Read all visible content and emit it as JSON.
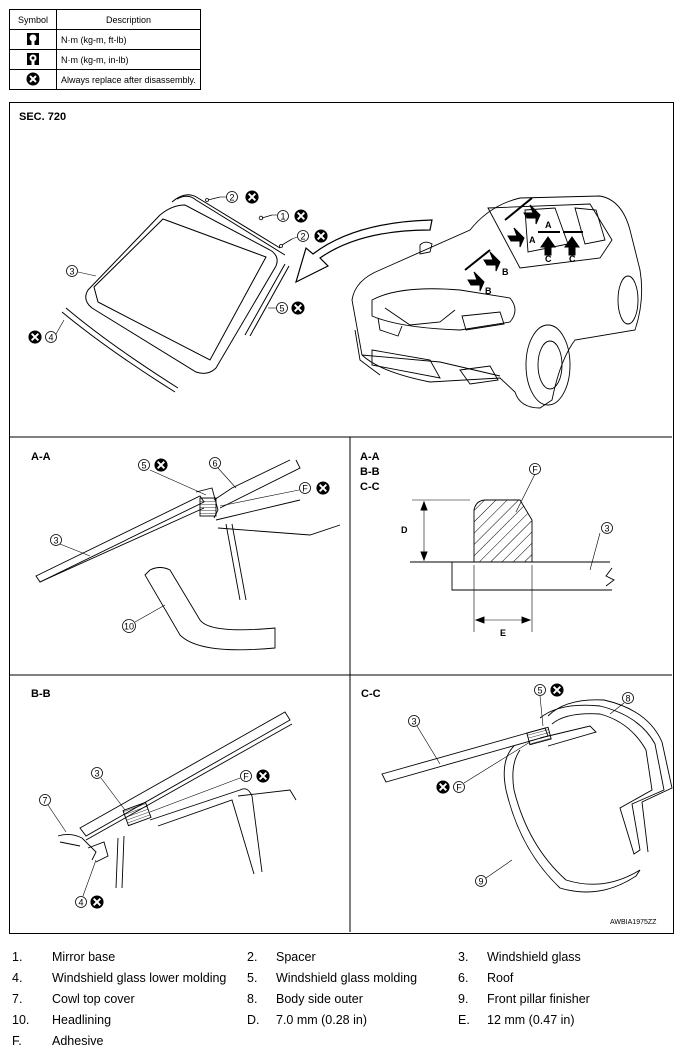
{
  "legend": {
    "headers": {
      "symbol": "Symbol",
      "description": "Description"
    },
    "rows": [
      {
        "icon": "torque-ft-lb-icon",
        "text": "N·m (kg-m, ft-lb)"
      },
      {
        "icon": "torque-in-lb-icon",
        "text": "N·m (kg-m, in-lb)"
      },
      {
        "icon": "replace-x-icon",
        "text": "Always replace after disassembly."
      }
    ]
  },
  "diagram": {
    "section": "SEC. 720",
    "code": "AWBIA1975ZZ",
    "sections": {
      "aa": "A-A",
      "bb": "B-B",
      "cc": "C-C",
      "dim_title": [
        "A-A",
        "B-B",
        "C-C"
      ]
    },
    "arrow_letters": [
      "A",
      "A",
      "B",
      "B",
      "C",
      "C"
    ],
    "callouts": [
      "1",
      "2",
      "3",
      "4",
      "5",
      "6",
      "7",
      "8",
      "9",
      "10",
      "F",
      "D",
      "E"
    ]
  },
  "key": [
    [
      {
        "n": "1.",
        "t": "Mirror base"
      },
      {
        "n": "2.",
        "t": "Spacer"
      },
      {
        "n": "3.",
        "t": "Windshield glass"
      }
    ],
    [
      {
        "n": "4.",
        "t": "Windshield glass lower molding"
      },
      {
        "n": "5.",
        "t": "Windshield glass molding"
      },
      {
        "n": "6.",
        "t": "Roof"
      }
    ],
    [
      {
        "n": "7.",
        "t": "Cowl top cover"
      },
      {
        "n": "8.",
        "t": "Body side outer"
      },
      {
        "n": "9.",
        "t": "Front pillar finisher"
      }
    ],
    [
      {
        "n": "10.",
        "t": "Headlining"
      },
      {
        "n": "D.",
        "t": "7.0 mm (0.28 in)"
      },
      {
        "n": "E.",
        "t": "12 mm (0.47 in)"
      }
    ],
    [
      {
        "n": "F.",
        "t": "Adhesive"
      }
    ]
  ]
}
